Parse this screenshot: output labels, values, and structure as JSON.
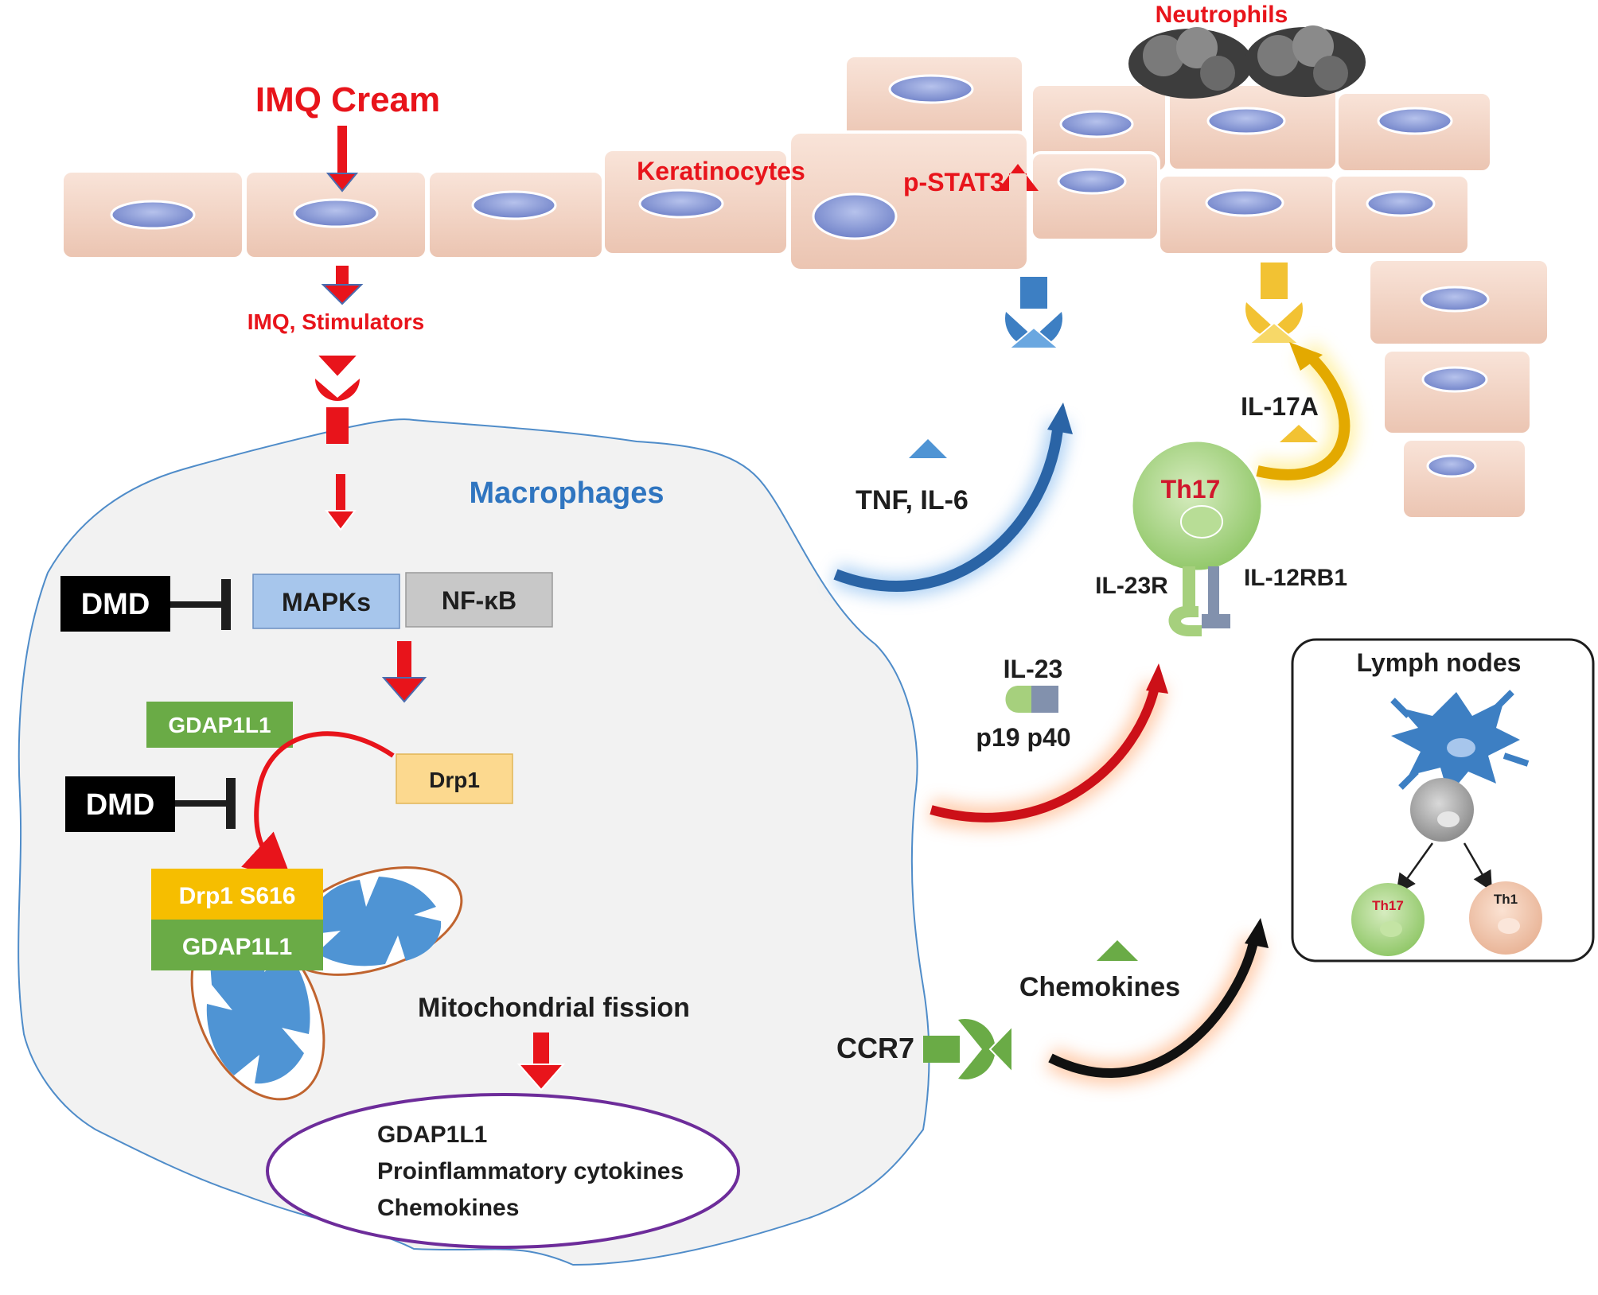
{
  "labels": {
    "imq_cream": "IMQ Cream",
    "imq_stimulators": "IMQ, Stimulators",
    "keratinocytes": "Keratinocytes",
    "pstat3": "p-STAT3",
    "neutrophils": "Neutrophils",
    "macrophages": "Macrophages",
    "tnf_il6": "TNF, IL-6",
    "il17a": "IL-17A",
    "th17": "Th17",
    "il23r": "IL-23R",
    "il12rb1": "IL-12RB1",
    "il23": "IL-23",
    "p19p40": "p19 p40",
    "lymph_nodes": "Lymph nodes",
    "th17_small": "Th17",
    "th1_small": "Th1",
    "chemokines_out": "Chemokines",
    "ccr7": "CCR7",
    "mito_fission": "Mitochondrial fission"
  },
  "boxes": {
    "dmd_1": "DMD",
    "dmd_2": "DMD",
    "mapks": "MAPKs",
    "nfkb": "NF-κB",
    "gdap1l1_top": "GDAP1L1",
    "drp1": "Drp1",
    "drp1_s616": "Drp1 S616",
    "gdap1l1_mito": "GDAP1L1"
  },
  "outputs": [
    "GDAP1L1",
    "Proinflammatory cytokines",
    "Chemokines"
  ],
  "colors": {
    "red": "#e8141b",
    "blue_title": "#2f75c0",
    "cell_fill": "#f4d3c3",
    "nucleus": "#8e9fd8",
    "mapks": "#a7c6ec",
    "nfkb": "#c8c8c8",
    "green_box": "#6aab46",
    "drp1_box": "#fcd98f",
    "drp1_s616_box": "#f6be00",
    "receptor_blue": "#3d7fc3",
    "receptor_yellow": "#f2c233",
    "arrow_dark": "#1e1e1e"
  }
}
